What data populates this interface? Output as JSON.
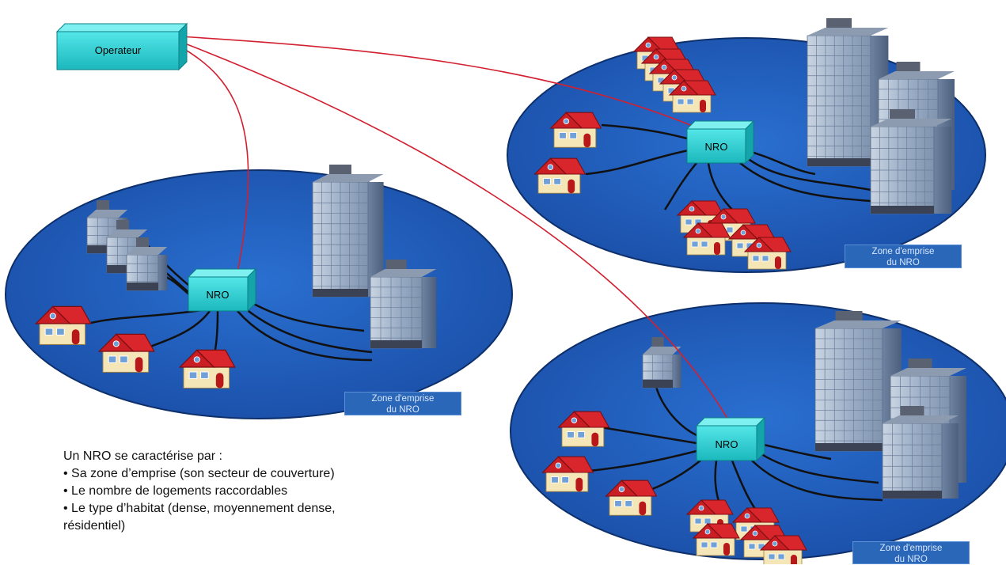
{
  "operator": {
    "label": "Operateur"
  },
  "nro_label": "NRO",
  "zones": [
    {
      "label_line1": "Zone d'emprise",
      "label_line2": "du NRO"
    },
    {
      "label_line1": "Zone d'emprise",
      "label_line2": "du NRO"
    },
    {
      "label_line1": "Zone d'emprise",
      "label_line2": "du NRO"
    }
  ],
  "caption": {
    "intro": "Un NRO se caractérise par :",
    "bullets": [
      "• Sa zone d’emprise (son secteur de couverture)",
      "• Le nombre de logements raccordables",
      "• Le type d’habitat (dense, moyennement dense,",
      "résidentiel)"
    ]
  },
  "colors": {
    "zone_fill": "#1f5fbe",
    "zone_stroke": "#0d2f6a",
    "box_cyan": "#33d6d8",
    "link_red": "#d22030",
    "cable_black": "#111111"
  }
}
